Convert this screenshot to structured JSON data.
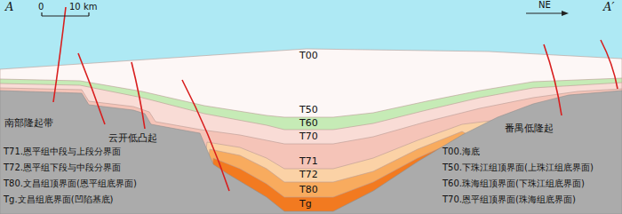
{
  "diagram": {
    "labels": [
      "A",
      "0",
      "10 km",
      "NE",
      "A′",
      "T00",
      "T50",
      "T60",
      "T70",
      "T71",
      "T72",
      "T80",
      "Tg",
      "南部隆起带",
      "云开低凸起",
      "番禺低隆起",
      "T71.恩平组中段与上段分界面",
      "T72.恩平组下段与中段分界面",
      "T80.文昌组顶界面(恩平组底界面)",
      "Tg.文昌组底界面(凹陷基底)",
      "T00.海底",
      "T50.下珠江组顶界面(上珠江组底界面)",
      "T60.珠海组顶界面(下珠江组底界面)",
      "T70.恩平组顶界面(珠海组底界面)"
    ]
  }
}
